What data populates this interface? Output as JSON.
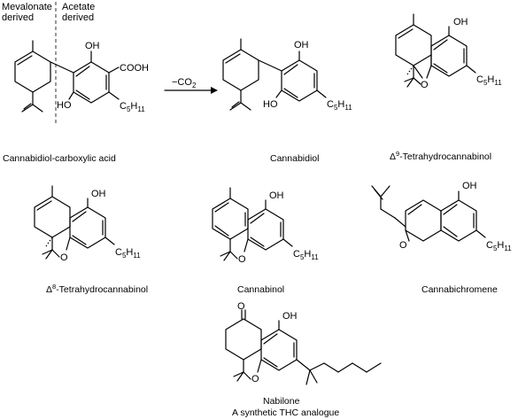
{
  "regions": {
    "left": "Mevalonate",
    "left2": "derived",
    "right": "Acetate",
    "right2": "derived"
  },
  "arrow": {
    "label": "−CO",
    "sub": "2"
  },
  "atoms": {
    "oh": "OH",
    "ho": "HO",
    "cooh": "COOH",
    "o": "O",
    "c": "C",
    "c5": "5",
    "h11": "H",
    "h11sub": "11"
  },
  "captions": {
    "cbda": "Cannabidiol-carboxylic acid",
    "cbd": "Cannabidiol",
    "d9_delta": "Δ",
    "d9_sup": "9",
    "d9_text": "-Tetrahydrocannabinol",
    "d8_delta": "Δ",
    "d8_sup": "8",
    "d8_text": "-Tetrahydrocannabinol",
    "cbn": "Cannabinol",
    "cbc": "Cannabichromene",
    "nabilone": "Nabilone",
    "nabilone_sub": "A synthetic THC analogue"
  }
}
